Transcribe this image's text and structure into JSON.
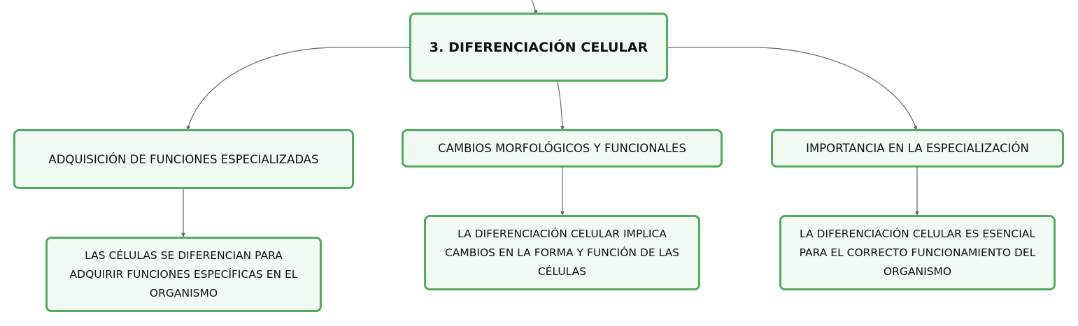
{
  "colors": {
    "node_border": "#52ab5e",
    "node_fill": "#f2faf4",
    "connector": "#666666",
    "text": "#111111"
  },
  "root": {
    "label": "3. DIFERENCIACIÓN CELULAR"
  },
  "branches": [
    {
      "label": "ADQUISICIÓN DE FUNCIONES ESPECIALIZADAS",
      "child": {
        "lines": [
          "LAS CÉLULAS SE DIFERENCIAN PARA",
          "ADQUIRIR FUNCIONES ESPECÍFICAS EN EL",
          "ORGANISMO"
        ]
      }
    },
    {
      "label": "CAMBIOS MORFOLÓGICOS Y FUNCIONALES",
      "child": {
        "lines": [
          "LA DIFERENCIACIÓN CELULAR IMPLICA",
          "CAMBIOS EN LA FORMA Y FUNCIÓN DE LAS",
          "CÉLULAS"
        ]
      }
    },
    {
      "label": "IMPORTANCIA EN LA ESPECIALIZACIÓN",
      "child": {
        "lines": [
          "LA DIFERENCIACIÓN CELULAR ES ESENCIAL",
          "PARA EL CORRECTO FUNCIONAMIENTO DEL",
          "ORGANISMO"
        ]
      }
    }
  ]
}
